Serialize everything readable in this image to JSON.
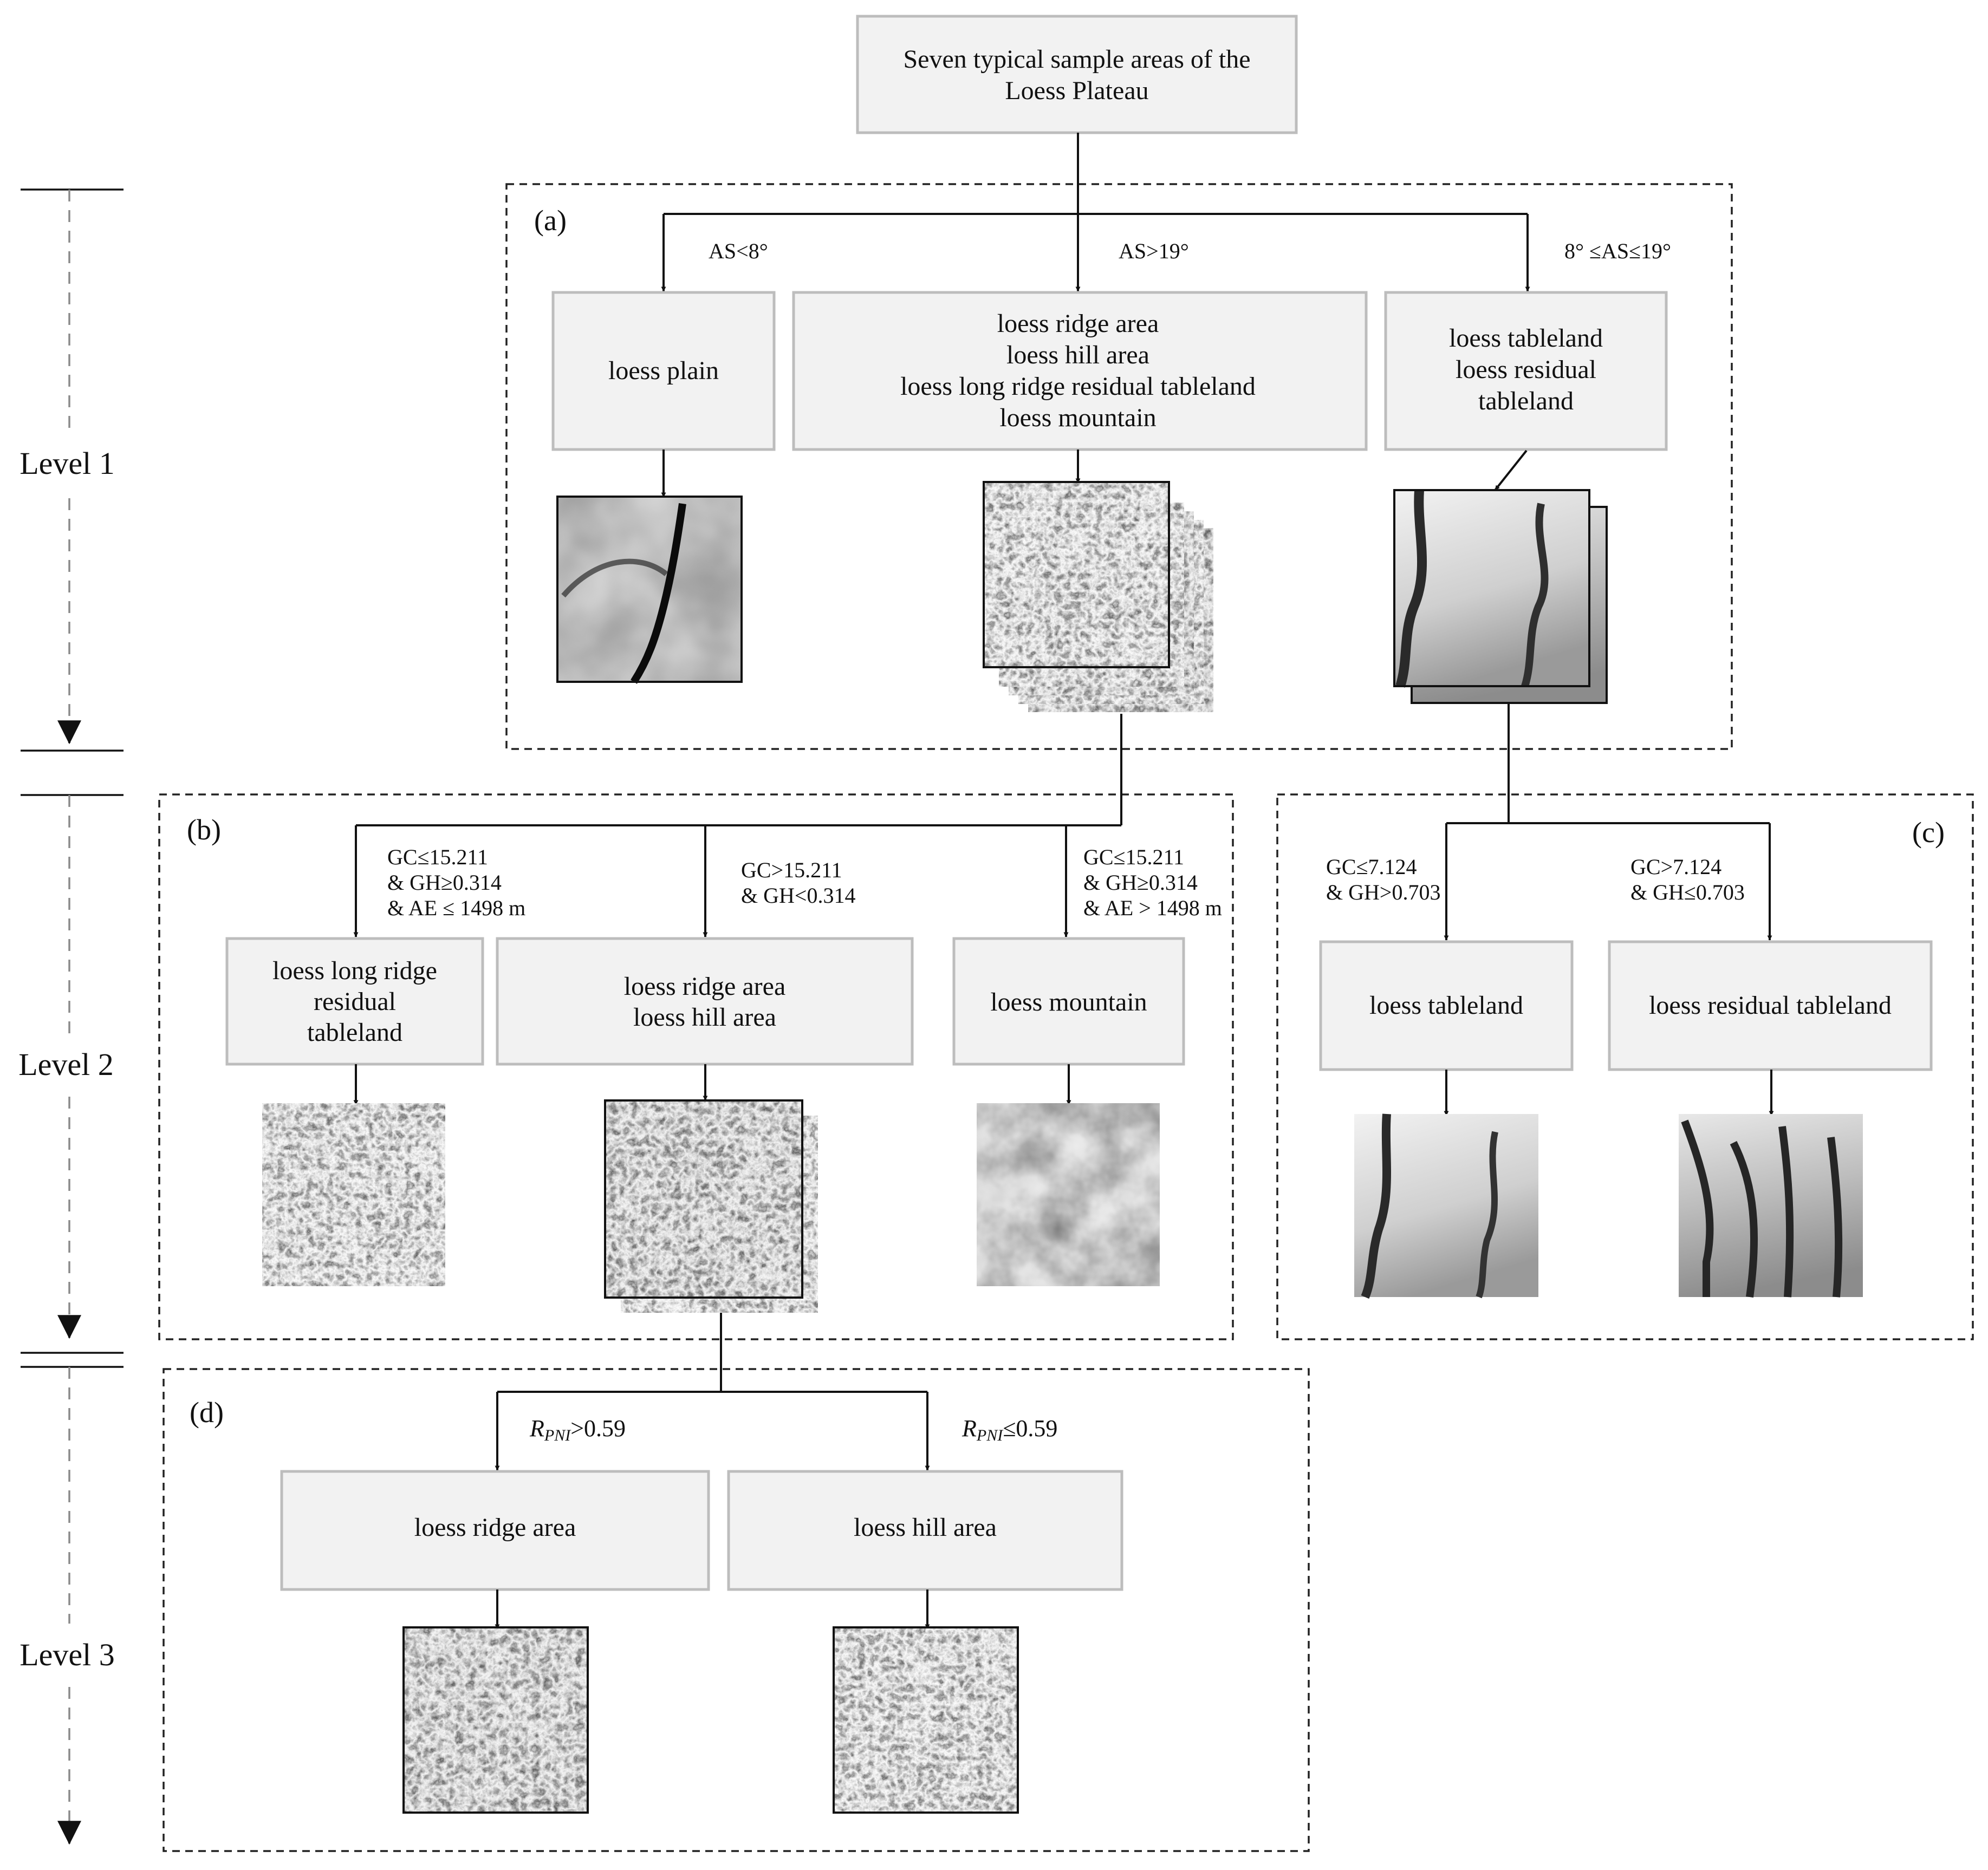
{
  "root": {
    "lines": [
      "Seven typical sample areas of the",
      "Loess Plateau"
    ]
  },
  "levels": [
    "Level 1",
    "Level 2",
    "Level 3"
  ],
  "panels": {
    "a": "(a)",
    "b": "(b)",
    "c": "(c)",
    "d": "(d)"
  },
  "level1": {
    "conditions": [
      "AS<8°",
      "AS>19°",
      "8° ≤AS≤19°"
    ],
    "boxes": [
      [
        "loess plain"
      ],
      [
        "loess ridge area",
        "loess hill area",
        "loess long ridge residual tableland",
        "loess mountain"
      ],
      [
        "loess tableland",
        "loess residual",
        "tableland"
      ]
    ]
  },
  "level2b": {
    "conditions": [
      [
        "GC≤15.211",
        "& GH≥0.314",
        "& AE ≤ 1498 m"
      ],
      [
        "GC>15.211",
        "& GH<0.314"
      ],
      [
        "GC≤15.211",
        "& GH≥0.314",
        "& AE > 1498 m"
      ]
    ],
    "boxes": [
      [
        "loess long ridge",
        "residual",
        "tableland"
      ],
      [
        "loess ridge area",
        "loess hill area"
      ],
      [
        "loess mountain"
      ]
    ]
  },
  "level2c": {
    "conditions": [
      [
        "GC≤7.124",
        "& GH>0.703"
      ],
      [
        "GC>7.124",
        "& GH≤0.703"
      ]
    ],
    "boxes": [
      [
        "loess tableland"
      ],
      [
        "loess residual tableland"
      ]
    ]
  },
  "level3": {
    "conditions": [
      {
        "symbol": "R",
        "subscript": "PNI",
        "rest": ">0.59"
      },
      {
        "symbol": "R",
        "subscript": "PNI",
        "rest": "≤0.59"
      }
    ],
    "boxes": [
      [
        "loess ridge area"
      ],
      [
        "loess hill area"
      ]
    ]
  },
  "thumbnails": [
    "loess-plain-dem",
    "level1-ridge-stack-dem",
    "level1-tableland-stack-dem",
    "long-ridge-dem",
    "ridge-hill-stack-dem",
    "mountain-dem",
    "tableland-dem",
    "residual-tableland-dem",
    "ridge-area-dem",
    "hill-area-dem"
  ]
}
